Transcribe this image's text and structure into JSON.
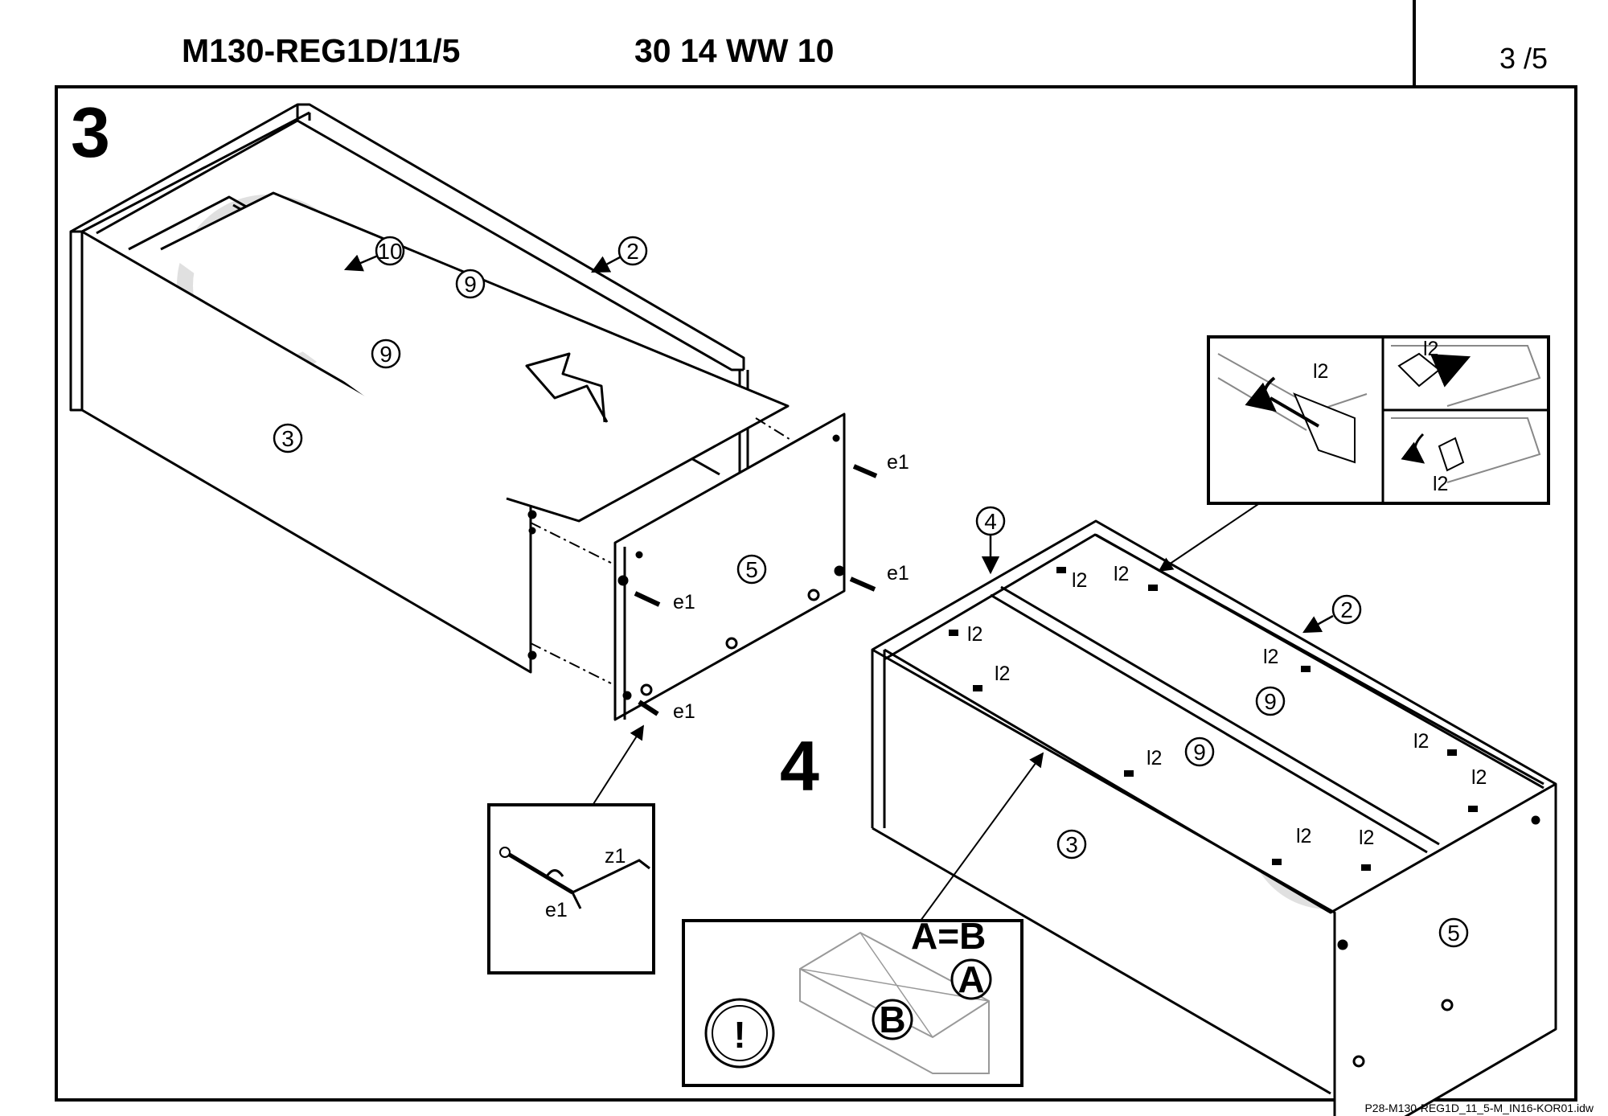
{
  "header": {
    "model_code": "M130-REG1D/11/5",
    "product_code": "30 14 WW 10",
    "page_number": "3 /5"
  },
  "footer": {
    "reference": "P28-M130-REG1D_11_5-M_IN16-KOR01.idw"
  },
  "step3": {
    "number": "3",
    "parts": {
      "p2": "2",
      "p3": "3",
      "p5": "5",
      "p9a": "9",
      "p9b": "9",
      "p10": "10"
    },
    "hardware": {
      "e1": "e1"
    }
  },
  "step4": {
    "number": "4",
    "parts": {
      "p2": "2",
      "p3": "3",
      "p4": "4",
      "p5": "5",
      "p9a": "9",
      "p9b": "9"
    },
    "hardware": {
      "l2": "l2"
    }
  },
  "detail_e1": {
    "tool": "z1",
    "screw": "e1"
  },
  "detail_l2": {
    "label": "l2"
  },
  "detail_square": {
    "rule": "A=B",
    "a": "A",
    "b": "B",
    "warning_glyph": "!"
  }
}
